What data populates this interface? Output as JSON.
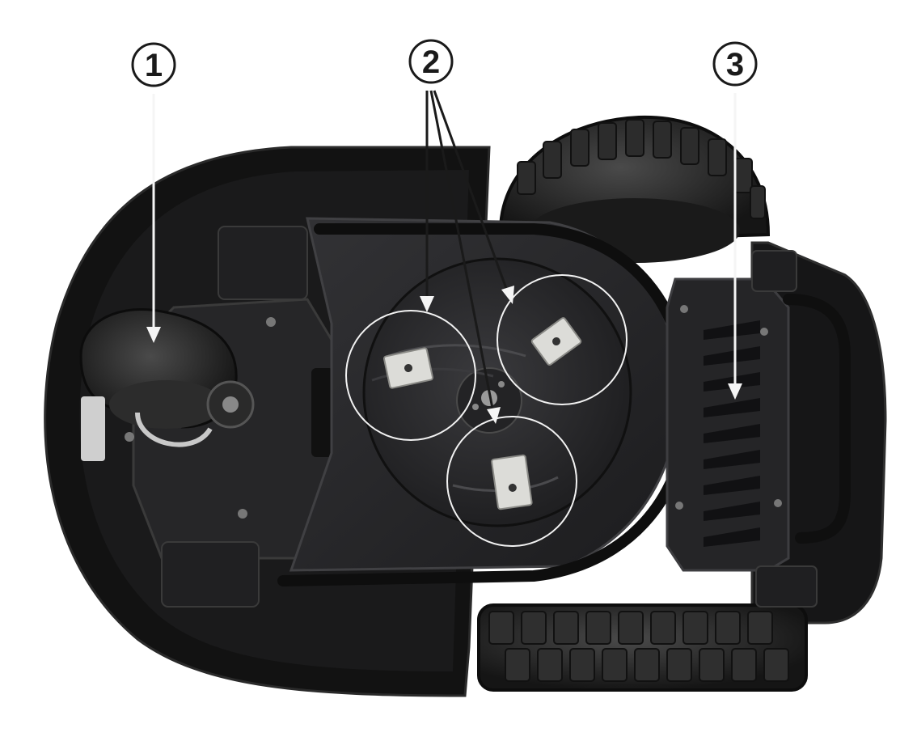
{
  "figure": {
    "subject": "robotic-lawn-mower-underside",
    "callouts": [
      {
        "number": "1"
      },
      {
        "number": "2"
      },
      {
        "number": "3"
      }
    ]
  },
  "colors": {
    "background": "#ffffff",
    "shell": "#141414",
    "chassis": "#1f1f21",
    "deck": "#2b2b2e",
    "blade": "#d8d8d4",
    "callout_ring": "#1a1a1a",
    "highlight_circle": "#f2f2f2"
  }
}
